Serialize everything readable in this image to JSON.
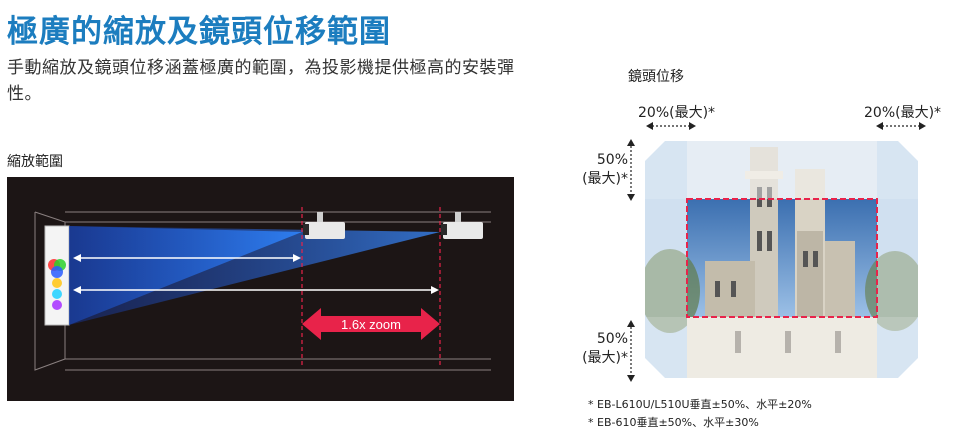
{
  "header": {
    "title": "極廣的縮放及鏡頭位移範圍",
    "description": "手動縮放及鏡頭位移涵蓋極廣的範圍，為投影機提供極高的安裝彈性。"
  },
  "zoom_section": {
    "label": "縮放範圍",
    "zoom_badge": "1.6x zoom"
  },
  "lens_shift_section": {
    "label": "鏡頭位移",
    "horizontal_left": "20%(最大)*",
    "horizontal_right": "20%(最大)*",
    "vertical_top_line1": "50%",
    "vertical_top_line2": "(最大)*",
    "vertical_bottom_line1": "50%",
    "vertical_bottom_line2": "(最大)*"
  },
  "footnotes": [
    "* EB-L610U/L510U垂直±50%、水平±20%",
    "* EB-610垂直±50%、水平±30%"
  ],
  "colors": {
    "title_blue": "#1c7dbf",
    "panel_dark": "#1c1515",
    "zoom_badge": "#e8234a",
    "dashed_red": "#e8234a",
    "shift_light_blue": "#b7cfe8"
  }
}
